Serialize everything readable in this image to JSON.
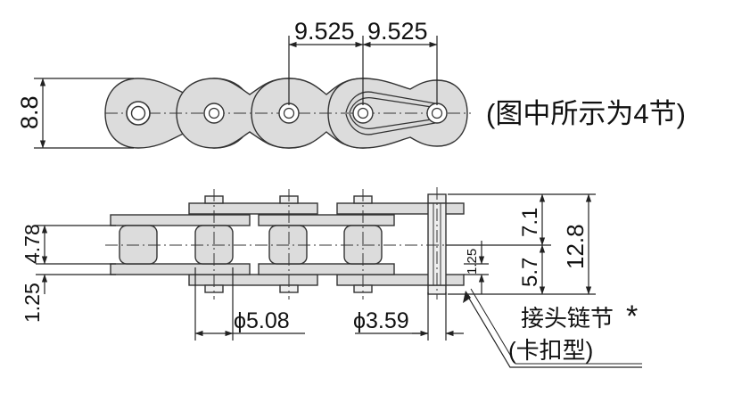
{
  "top_view": {
    "pitch_left": "9.525",
    "pitch_right": "9.525",
    "height": "8.8"
  },
  "caption": "(图中所示为4节)",
  "side_view": {
    "inner_width": "4.78",
    "plate_thickness_left": "1.25",
    "roller_diameter": "ϕ5.08",
    "pin_diameter": "ϕ3.59",
    "upper_half": "7.1",
    "lower_half": "5.7",
    "overall_width": "12.8",
    "plate_thickness_right": "1.25"
  },
  "joint_label": {
    "line1": "接头链节",
    "asterisk": "*",
    "line2": "(卡扣型)"
  }
}
